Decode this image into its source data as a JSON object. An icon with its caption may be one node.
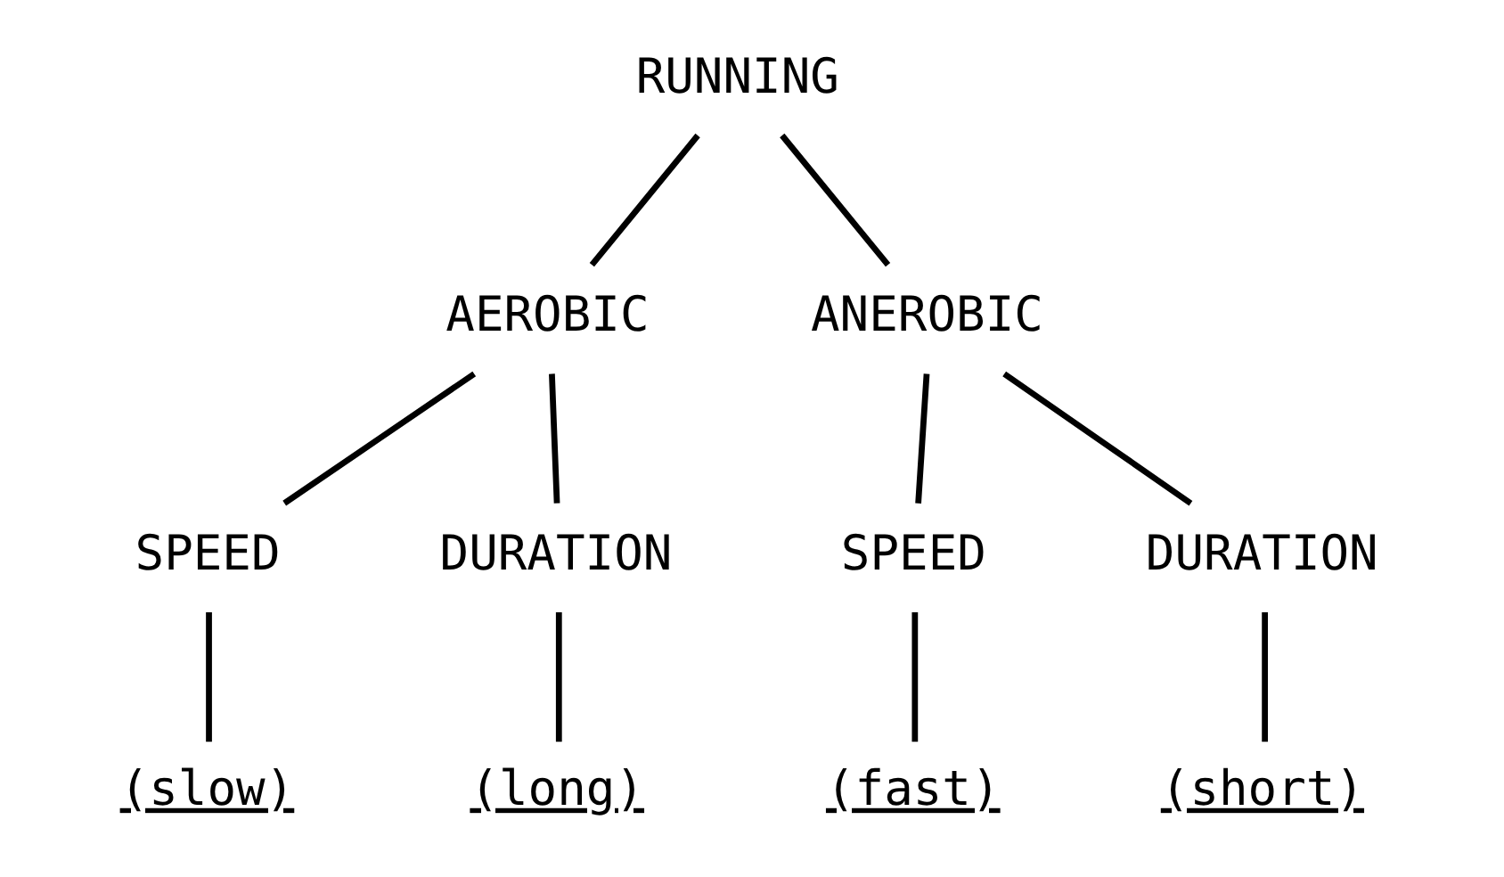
{
  "diagram": {
    "nodes": [
      {
        "text": [
          "RUNNING"
        ]
      },
      {
        "text": [
          "AEROBIC"
        ]
      },
      {
        "text": [
          "ANEROBIC"
        ]
      },
      {
        "text": [
          "SPEED"
        ]
      },
      {
        "text": [
          "DURATION"
        ]
      },
      {
        "text": [
          "SPEED"
        ]
      },
      {
        "text": [
          "DURATION"
        ]
      },
      {
        "text": [
          "(slow)"
        ]
      },
      {
        "text": [
          "(long)"
        ]
      },
      {
        "text": [
          "(fast)"
        ]
      },
      {
        "text": [
          "(short)"
        ]
      }
    ],
    "edges": [
      {
        "from": 0,
        "to": 1,
        "arrow": "none"
      },
      {
        "from": 0,
        "to": 2,
        "arrow": "none"
      },
      {
        "from": 1,
        "to": 3,
        "arrow": "none"
      },
      {
        "from": 1,
        "to": 4,
        "arrow": "none"
      },
      {
        "from": 2,
        "to": 5,
        "arrow": "none"
      },
      {
        "from": 2,
        "to": 6,
        "arrow": "none"
      },
      {
        "from": 3,
        "to": 7,
        "arrow": "none"
      },
      {
        "from": 4,
        "to": 8,
        "arrow": "none"
      },
      {
        "from": 5,
        "to": 9,
        "arrow": "none"
      },
      {
        "from": 6,
        "to": 10,
        "arrow": "none"
      }
    ]
  }
}
